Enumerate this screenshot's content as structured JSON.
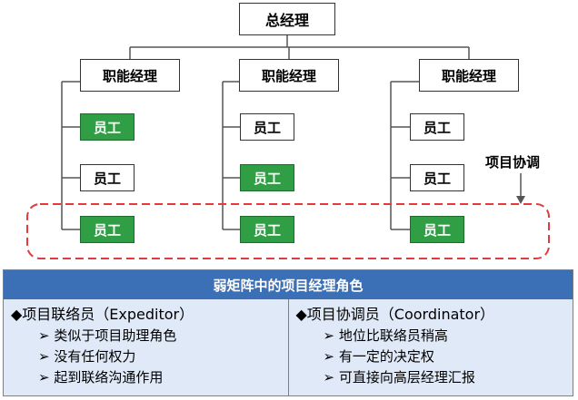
{
  "org": {
    "gm": "总经理",
    "managers": [
      {
        "label": "职能经理",
        "staff": [
          "员工",
          "员工",
          "员工"
        ]
      },
      {
        "label": "职能经理",
        "staff": [
          "员工",
          "员工",
          "员工"
        ]
      },
      {
        "label": "职能经理",
        "staff": [
          "员工",
          "员工",
          "员工"
        ]
      }
    ],
    "coordination_label": "项目协调"
  },
  "colors": {
    "highlight": "#2f9e44",
    "header": "#3b6fb6",
    "panel": "#dfe9f7",
    "dash": "#e23b3b"
  },
  "table": {
    "title": "弱矩阵中的项目经理角色",
    "left": {
      "role": "◆项目联络员（Expeditor）",
      "points": [
        "➢ 类似于项目助理角色",
        "➢ 没有任何权力",
        "➢ 起到联络沟通作用"
      ]
    },
    "right": {
      "role": "◆项目协调员（Coordinator）",
      "points": [
        "➢ 地位比联络员稍高",
        "➢ 有一定的决定权",
        "➢ 可直接向高层经理汇报"
      ]
    }
  }
}
